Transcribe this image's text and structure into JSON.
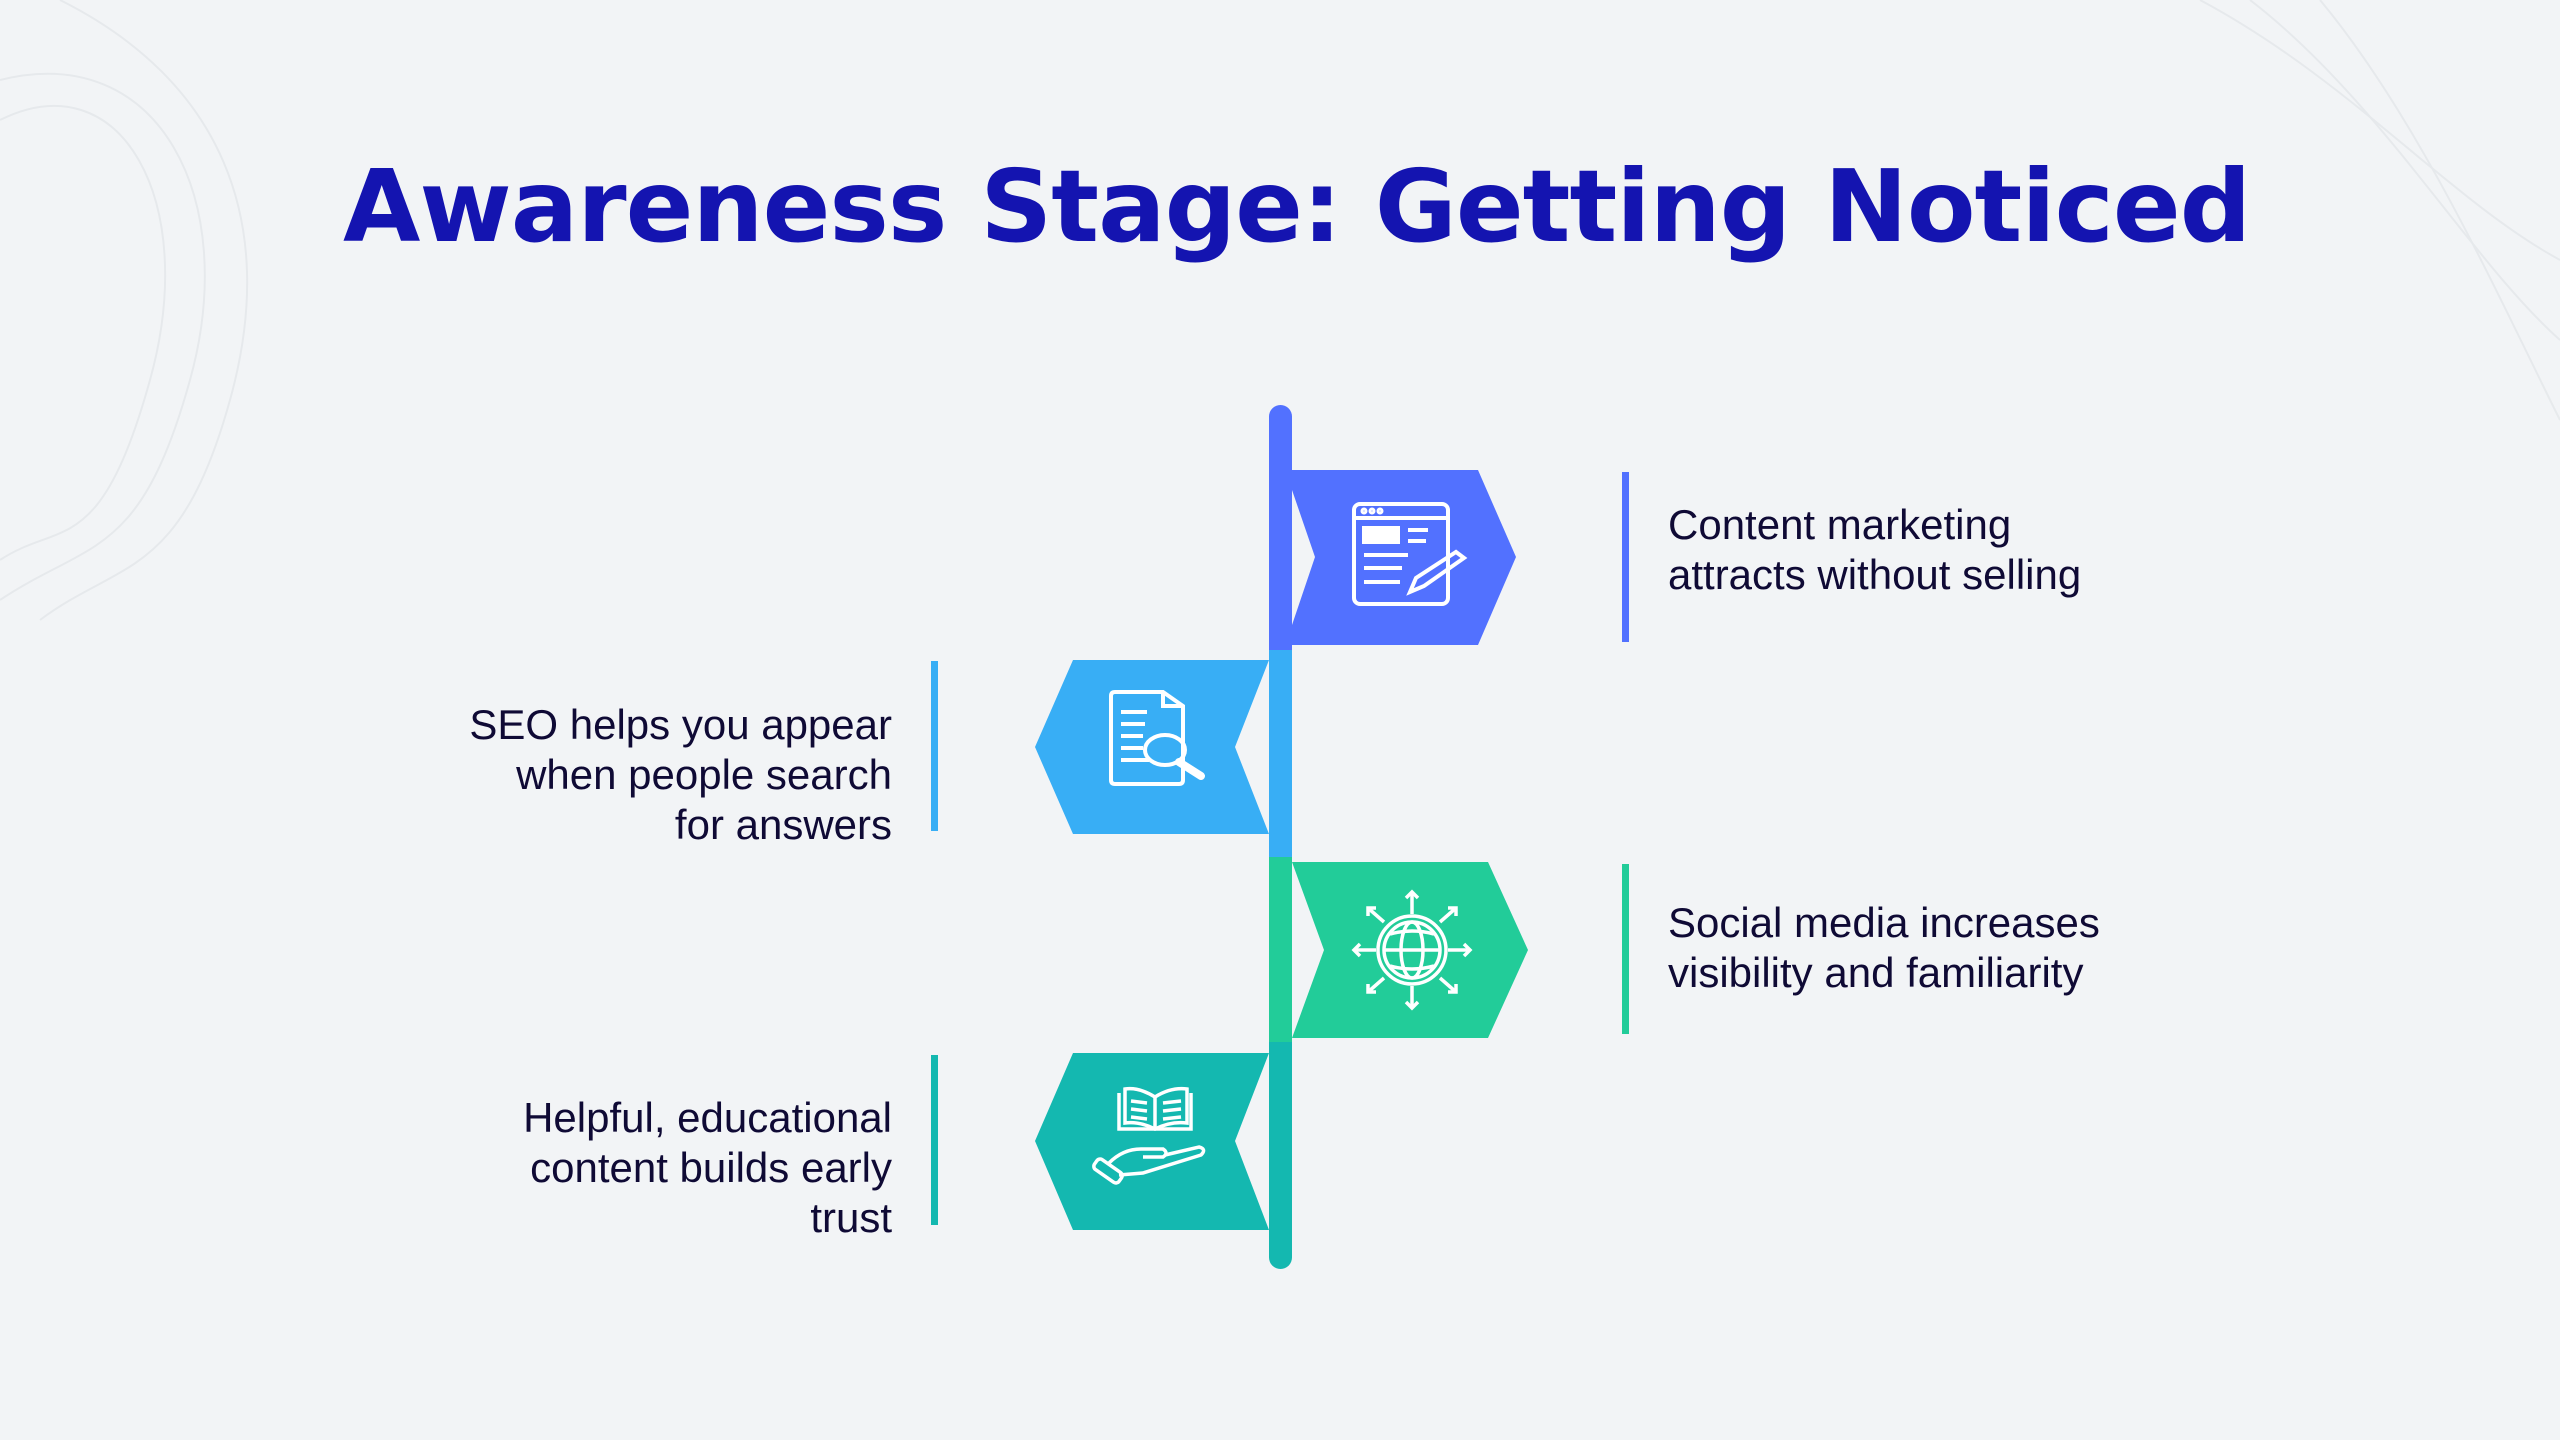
{
  "title": "Awareness Stage: Getting Noticed",
  "colors": {
    "title": "#1414b0",
    "text": "#0f0a35",
    "blue": "#5271ff",
    "light_blue": "#38aef5",
    "green": "#22cc99",
    "teal": "#14b8b0"
  },
  "items": [
    {
      "text_lines": [
        "Content marketing",
        "attracts without selling"
      ],
      "icon": "web-edit-icon",
      "side": "right",
      "color": "#5271ff"
    },
    {
      "text_lines": [
        "SEO helps you appear",
        "when people search",
        "for answers"
      ],
      "icon": "document-search-icon",
      "side": "left",
      "color": "#38aef5"
    },
    {
      "text_lines": [
        "Social media increases",
        "visibility and familiarity"
      ],
      "icon": "globe-network-icon",
      "side": "right",
      "color": "#22cc99"
    },
    {
      "text_lines": [
        "Helpful, educational",
        "content builds early",
        "trust"
      ],
      "icon": "book-hand-icon",
      "side": "left",
      "color": "#14b8b0"
    }
  ]
}
